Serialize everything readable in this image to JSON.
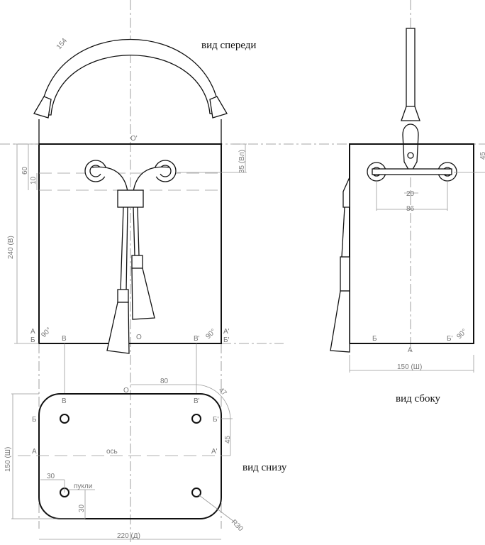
{
  "titles": {
    "front": "вид спереди",
    "side": "вид сбоку",
    "bottom": "вид снизу"
  },
  "front": {
    "handle_length": "154",
    "center_top": "O'",
    "center_bottom": "O",
    "height": "240 (В)",
    "dim_60": "60",
    "dim_10": "10",
    "dim_35": "35 (Вл)",
    "angle_left": "90°",
    "angle_right": "90°",
    "pt_a": "А",
    "pt_b": "Б",
    "pt_v": "В",
    "pt_v2": "В'",
    "pt_a2": "А'",
    "pt_b2": "Б'"
  },
  "side": {
    "dim_45": "45",
    "dim_20": "20",
    "dim_86": "86",
    "width": "150 (Ш)",
    "pt_b": "Б",
    "pt_b2": "Б'",
    "pt_a": "А",
    "angle": "90°"
  },
  "bottom": {
    "dim_80": "80",
    "dim_47": "47",
    "dim_45": "45",
    "width": "150 (Ш)",
    "length": "220 (Д)",
    "axis_label": "ось",
    "rivets_label": "пукли",
    "dim_30a": "30",
    "dim_30b": "30",
    "radius": "R30",
    "center": "O",
    "pt_v": "В",
    "pt_v2": "В'",
    "pt_b": "Б",
    "pt_b2": "Б'",
    "pt_a": "А",
    "pt_a2": "А'"
  }
}
